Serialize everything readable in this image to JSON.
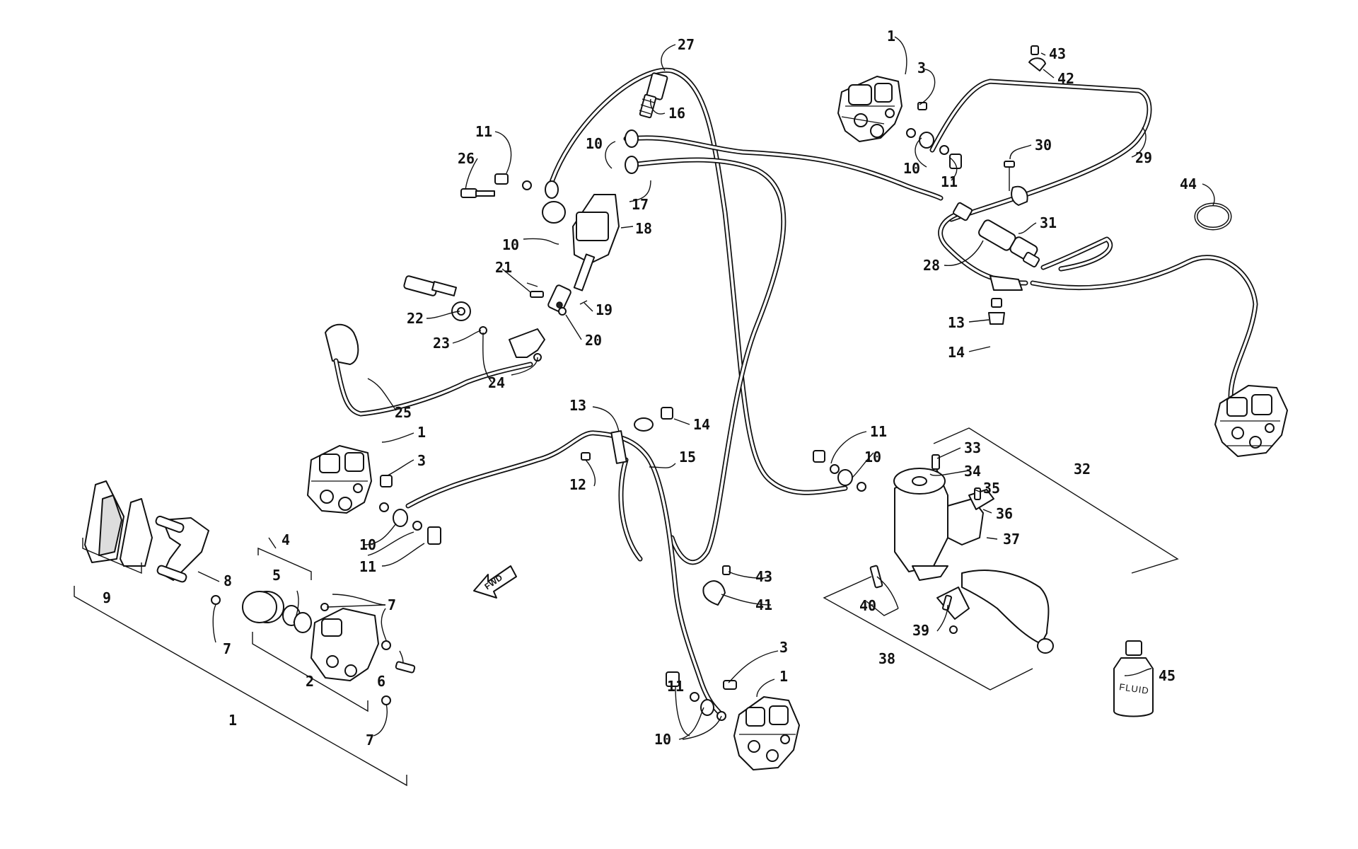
{
  "colors": {
    "ink": "#111111",
    "paper": "#ffffff"
  },
  "fwd_arrow": {
    "label": "FWD"
  },
  "fluid_bottle": {
    "label": "FLUID"
  },
  "callouts": [
    {
      "label": "1"
    },
    {
      "label": "3"
    },
    {
      "label": "43"
    },
    {
      "label": "42"
    },
    {
      "label": "10"
    },
    {
      "label": "11"
    },
    {
      "label": "30"
    },
    {
      "label": "29"
    },
    {
      "label": "44"
    },
    {
      "label": "31"
    },
    {
      "label": "28"
    },
    {
      "label": "13"
    },
    {
      "label": "14"
    },
    {
      "label": "27"
    },
    {
      "label": "16"
    },
    {
      "label": "11"
    },
    {
      "label": "26"
    },
    {
      "label": "10"
    },
    {
      "label": "17"
    },
    {
      "label": "18"
    },
    {
      "label": "10"
    },
    {
      "label": "21"
    },
    {
      "label": "19"
    },
    {
      "label": "20"
    },
    {
      "label": "22"
    },
    {
      "label": "23"
    },
    {
      "label": "24"
    },
    {
      "label": "25"
    },
    {
      "label": "13"
    },
    {
      "label": "14"
    },
    {
      "label": "15"
    },
    {
      "label": "12"
    },
    {
      "label": "1"
    },
    {
      "label": "3"
    },
    {
      "label": "10"
    },
    {
      "label": "11"
    },
    {
      "label": "11"
    },
    {
      "label": "10"
    },
    {
      "label": "33"
    },
    {
      "label": "34"
    },
    {
      "label": "32"
    },
    {
      "label": "35"
    },
    {
      "label": "36"
    },
    {
      "label": "37"
    },
    {
      "label": "4"
    },
    {
      "label": "5"
    },
    {
      "label": "7"
    },
    {
      "label": "9"
    },
    {
      "label": "8"
    },
    {
      "label": "7"
    },
    {
      "label": "6"
    },
    {
      "label": "2"
    },
    {
      "label": "1"
    },
    {
      "label": "7"
    },
    {
      "label": "43"
    },
    {
      "label": "41"
    },
    {
      "label": "40"
    },
    {
      "label": "39"
    },
    {
      "label": "38"
    },
    {
      "label": "3"
    },
    {
      "label": "1"
    },
    {
      "label": "11"
    },
    {
      "label": "10"
    },
    {
      "label": "45"
    }
  ]
}
